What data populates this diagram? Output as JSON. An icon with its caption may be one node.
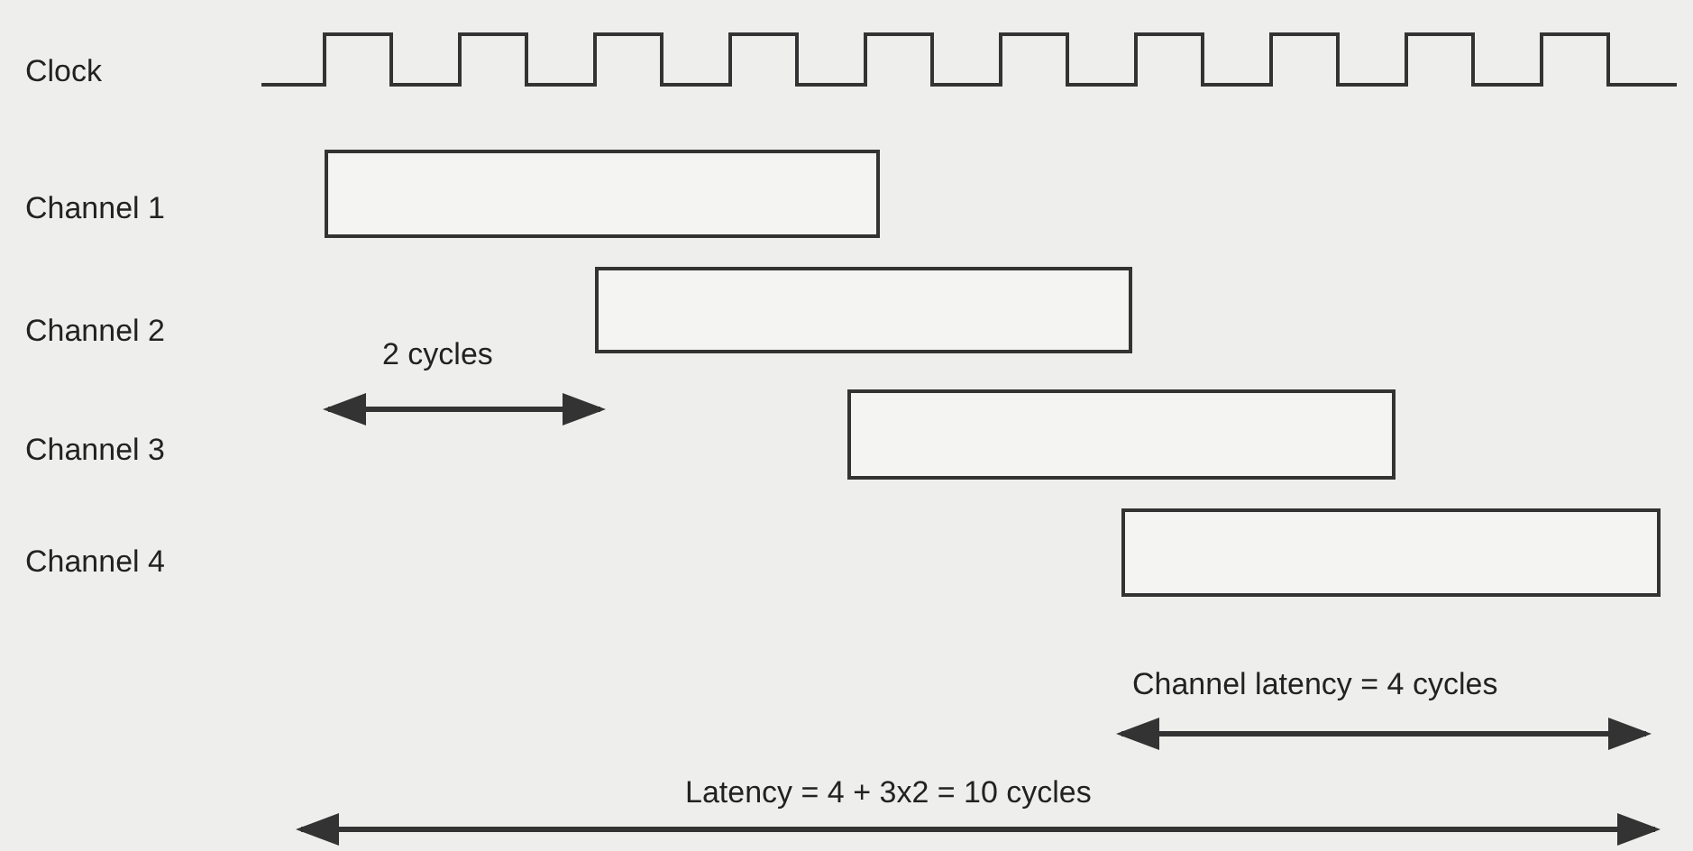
{
  "diagram": {
    "nodes": [
      {
        "text": [],
        "shape": "box"
      },
      {
        "text": [],
        "shape": "box"
      },
      {
        "text": [],
        "shape": "box"
      },
      {
        "text": [],
        "shape": "box"
      }
    ],
    "edges": [],
    "labels": [
      "Clock",
      "Channel 1",
      "Channel 2",
      "2 cycles",
      "Channel 3",
      "Channel 4",
      "Channel latency = 4 cycles",
      "Latency = 4 + 3x2 = 10 cycles"
    ]
  }
}
